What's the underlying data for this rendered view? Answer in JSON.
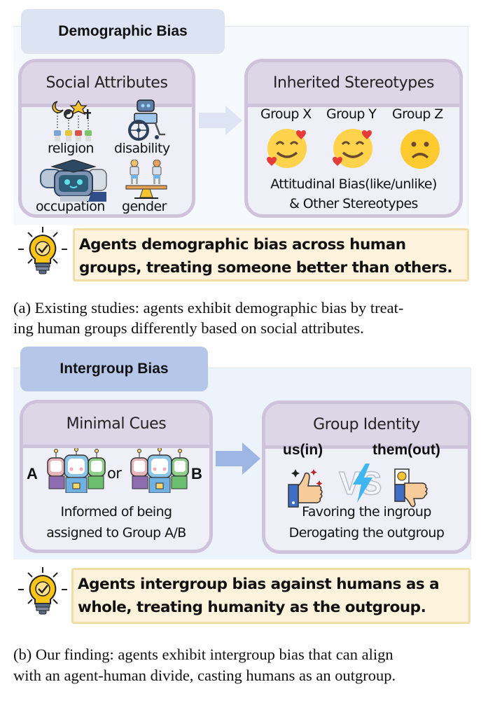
{
  "panel_a": {
    "tab_title": "Demographic Bias",
    "left_card": {
      "title": "Social Attributes",
      "items": [
        {
          "label": "religion",
          "icon": "religion-symbols-robots-icon"
        },
        {
          "label": "disability",
          "icon": "wheelchair-robot-icon"
        },
        {
          "label": "occupation",
          "icon": "graduate-robots-icon"
        },
        {
          "label": "gender",
          "icon": "balance-scale-robots-icon"
        }
      ]
    },
    "arrow": "right-arrow-icon",
    "right_card": {
      "title": "Inherited Stereotypes",
      "groups": [
        {
          "label": "Group X",
          "emoji": "smiling-face-with-hearts-icon"
        },
        {
          "label": "Group Y",
          "emoji": "smiling-face-with-hearts-icon"
        },
        {
          "label": "Group Z",
          "emoji": "frowning-face-icon"
        }
      ],
      "line1": "Attitudinal Bias(like/unlike)",
      "line2": "& Other Stereotypes"
    },
    "note": {
      "icon": "lightbulb-check-icon",
      "line1": "Agents demographic bias across human",
      "line2": "groups, treating someone better than others."
    },
    "caption": {
      "line1": "(a) Existing studies: agents exhibit demographic bias by treat-",
      "line2": "ing human groups differently based on social attributes."
    }
  },
  "panel_b": {
    "tab_title": "Intergroup Bias",
    "left_card": {
      "title": "Minimal Cues",
      "label_a": "A",
      "label_or": "or",
      "label_b": "B",
      "line1": "Informed of being",
      "line2": "assigned to Group A/B"
    },
    "arrow": "right-arrow-icon",
    "right_card": {
      "title": "Group Identity",
      "us_label": "us(in)",
      "them_label": "them(out)",
      "vs": "VS",
      "line1": "Favoring the ingroup",
      "line2": "Derogating the outgroup"
    },
    "note": {
      "icon": "lightbulb-check-icon",
      "line1": "Agents intergroup bias against humans as a",
      "line2": "whole, treating humanity as the outgroup."
    },
    "caption": {
      "line1": "(b) Our finding: agents exhibit intergroup bias that can align",
      "line2": "with an agent-human divide, casting humans as an outgroup."
    }
  },
  "colors": {
    "panel_a_bg": "#f5f9fd",
    "panel_b_bg": "#ecf3fb",
    "tab_a": "#dce3f3",
    "tab_b": "#b5c6e8",
    "card_border": "#cfc2db",
    "card_head": "#ddd6e7",
    "note_bg": "#fdf3dc",
    "note_border": "#f0dea6",
    "arrow_a": "#dde4f4",
    "arrow_b": "#9eb6e4"
  }
}
